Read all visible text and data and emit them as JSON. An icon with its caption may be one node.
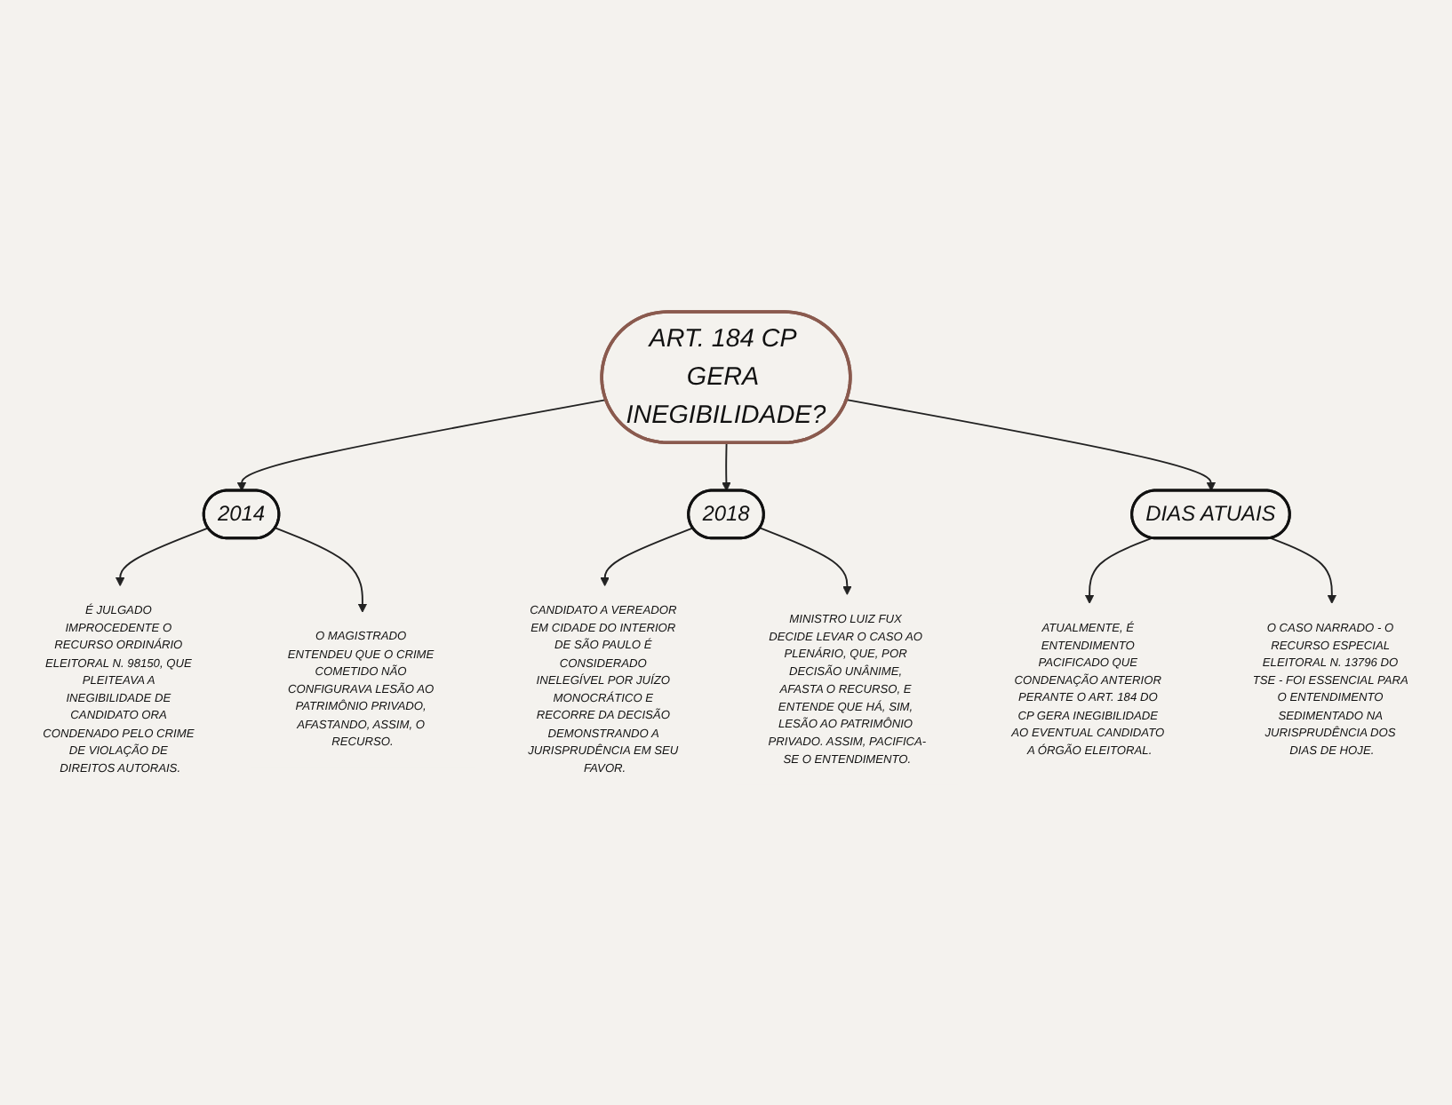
{
  "diagram": {
    "nodes": [
      {
        "text": [
          "ART. 184 CP GERA INEGIBILIDADE?"
        ]
      },
      {
        "text": [
          "2014"
        ]
      },
      {
        "text": [
          "2018"
        ]
      },
      {
        "text": [
          "DIAS ATUAIS"
        ]
      },
      {
        "text": [
          "É JULGADO IMPROCEDENTE O RECURSO ORDINÁRIO ELEITORAL N. 98150, QUE PLEITEAVA A INEGIBILIDADE DE CANDIDATO ORA CONDENADO PELO CRIME DE VIOLAÇÃO DE DIREITOS AUTORAIS."
        ]
      },
      {
        "text": [
          "O MAGISTRADO ENTENDEU QUE O CRIME COMETIDO NÃO CONFIGURAVA LESÃO AO PATRIMÔNIO PRIVADO, AFASTANDO, ASSIM, O RECURSO."
        ]
      },
      {
        "text": [
          "CANDIDATO A VEREADOR EM CIDADE DO INTERIOR DE SÃO PAULO É CONSIDERADO INELEGÍVEL POR JUÍZO MONOCRÁTICO E RECORRE DA DECISÃO DEMONSTRANDO A JURISPRUDÊNCIA EM SEU FAVOR."
        ]
      },
      {
        "text": [
          "MINISTRO LUIZ FUX DECIDE LEVAR O CASO AO PLENÁRIO, QUE, POR DECISÃO UNÂNIME, AFASTA O RECURSO, E ENTENDE QUE HÁ, SIM, LESÃO AO PATRIMÔNIO PRIVADO. ASSIM, PACIFICA-SE O ENTENDIMENTO."
        ]
      },
      {
        "text": [
          "ATUALMENTE, É ENTENDIMENTO PACIFICADO QUE CONDENAÇÃO ANTERIOR PERANTE O ART. 184 DO CP GERA INEGIBILIDADE AO EVENTUAL CANDIDATO A ÓRGÃO ELEITORAL."
        ]
      },
      {
        "text": [
          "O CASO NARRADO - O RECURSO ESPECIAL ELEITORAL N. 13796 DO TSE - FOI ESSENCIAL PARA O ENTENDIMENTO SEDIMENTADO NA JURISPRUDÊNCIA DOS DIAS DE HOJE."
        ]
      }
    ],
    "edges": [
      {
        "from": 0,
        "to": 1,
        "arrow": "to"
      },
      {
        "from": 0,
        "to": 2,
        "arrow": "to"
      },
      {
        "from": 0,
        "to": 3,
        "arrow": "to"
      },
      {
        "from": 1,
        "to": 4,
        "arrow": "to"
      },
      {
        "from": 1,
        "to": 5,
        "arrow": "to"
      },
      {
        "from": 2,
        "to": 6,
        "arrow": "to"
      },
      {
        "from": 2,
        "to": 7,
        "arrow": "to"
      },
      {
        "from": 3,
        "to": 8,
        "arrow": "to"
      },
      {
        "from": 3,
        "to": 9,
        "arrow": "to"
      }
    ]
  }
}
